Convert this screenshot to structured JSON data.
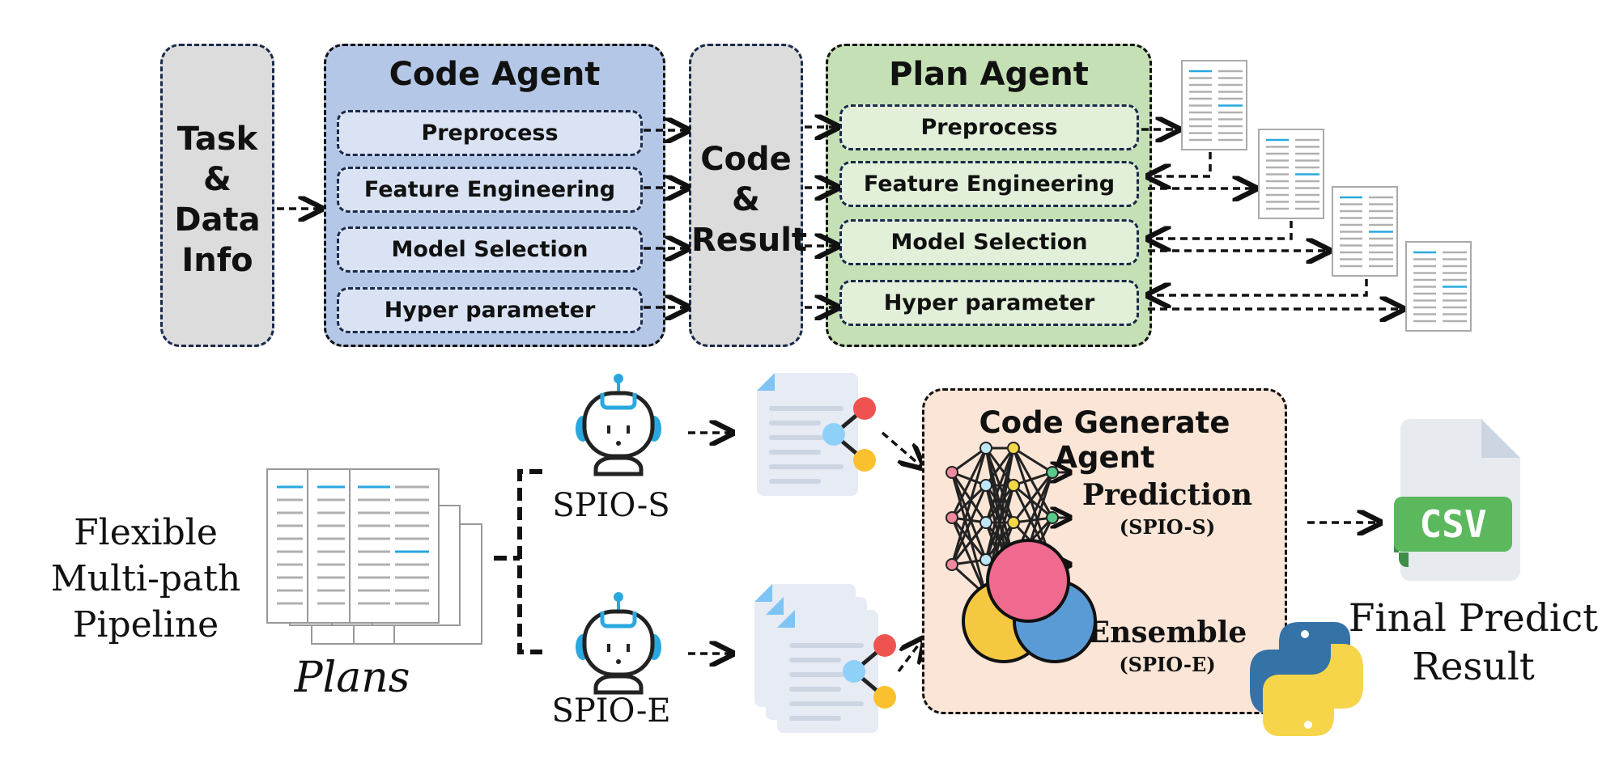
{
  "top_pipeline": {
    "input_box": {
      "lines": [
        "Task",
        "&",
        "Data",
        "Info"
      ]
    },
    "code_agent": {
      "title": "Code Agent",
      "steps": [
        "Preprocess",
        "Feature Engineering",
        "Model Selection",
        "Hyper parameter"
      ]
    },
    "code_result_box": {
      "lines": [
        "Code",
        "&",
        "Result"
      ]
    },
    "plan_agent": {
      "title": "Plan Agent",
      "steps": [
        "Preprocess",
        "Feature Engineering",
        "Model Selection",
        "Hyper parameter"
      ]
    },
    "plan_documents_count": 4
  },
  "bottom_pipeline": {
    "label_lines": [
      "Flexible",
      "Multi-path",
      "Pipeline"
    ],
    "plans_label": "Plans",
    "agents": [
      {
        "name": "SPIO-S"
      },
      {
        "name": "SPIO-E"
      }
    ],
    "code_generate_agent": {
      "title": "Code Generate Agent",
      "prediction": {
        "label": "Prediction",
        "sub": "(SPIO-S)"
      },
      "ensemble": {
        "label": "Ensemble",
        "sub": "(SPIO-E)"
      }
    },
    "output": {
      "file_badge": "CSV",
      "label_lines": [
        "Final Predict",
        "Result"
      ]
    }
  },
  "colors": {
    "code_agent_bg": "#b4c7e7",
    "code_agent_step_bg": "#dae3f3",
    "plan_agent_bg": "#c5e0b4",
    "plan_agent_step_bg": "#e2f0d9",
    "info_box_bg": "#dcdcdc",
    "code_generate_bg": "#fbe5d6",
    "csv_green": "#5cb85c",
    "accent_blue": "#29a8e0"
  }
}
